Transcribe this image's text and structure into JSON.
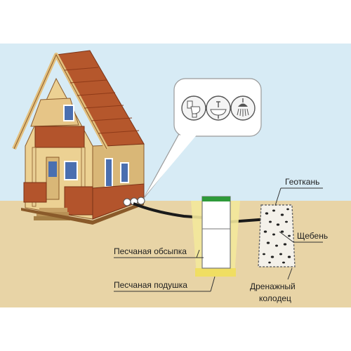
{
  "colors": {
    "sky": "#d7ebf5",
    "ground": "#e8d4a6",
    "wall": "#ecd193",
    "roof": "#b5572c",
    "trim": "#9b3d1e",
    "pipe": "#1a1a1a",
    "tank_lid": "#2e9a3a",
    "sand": "#f3e89b"
  },
  "icons": [
    "toilet-icon",
    "sink-icon",
    "shower-icon"
  ],
  "labels": {
    "geotextile": "Геоткань",
    "gravel": "Щебень",
    "sand_backfill": "Песчаная обсыпка",
    "sand_cushion": "Песчаная подушка",
    "drainage_line1": "Дренажный",
    "drainage_line2": "колодец"
  }
}
